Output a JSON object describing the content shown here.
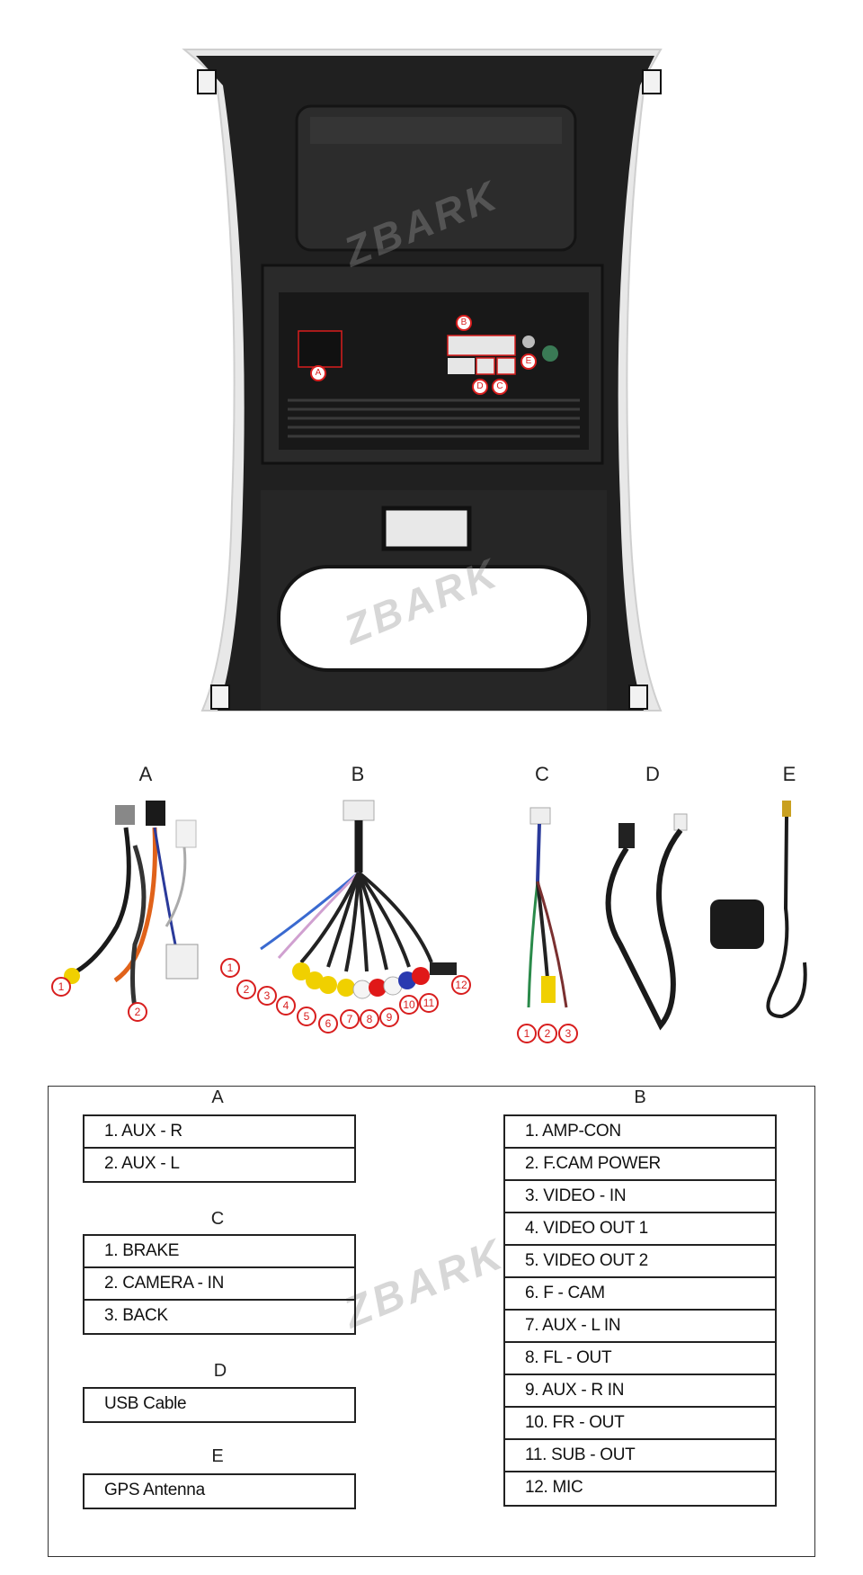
{
  "watermark": "ZBARK",
  "panel_labels": [
    "A",
    "B",
    "E",
    "D",
    "C"
  ],
  "cable_headers": [
    "A",
    "B",
    "C",
    "D",
    "E"
  ],
  "numbers": {
    "A": [
      "1",
      "2"
    ],
    "B": [
      "1",
      "2",
      "3",
      "4",
      "5",
      "6",
      "7",
      "8",
      "9",
      "10",
      "11",
      "12"
    ],
    "C": [
      "1",
      "2",
      "3"
    ]
  },
  "legend": {
    "A": {
      "title": "A",
      "rows": [
        "1. AUX - R",
        "2. AUX - L"
      ]
    },
    "C": {
      "title": "C",
      "rows": [
        "1. BRAKE",
        "2. CAMERA - IN",
        "3. BACK"
      ]
    },
    "D": {
      "title": "D",
      "rows": [
        "USB  Cable"
      ]
    },
    "E": {
      "title": "E",
      "rows": [
        "GPS Antenna"
      ]
    },
    "B": {
      "title": "B",
      "rows": [
        "1. AMP-CON",
        "2. F.CAM POWER",
        "3. VIDEO - IN",
        "4. VIDEO OUT 1",
        "5. VIDEO OUT 2",
        "6. F - CAM",
        "7. AUX - L IN",
        "8. FL - OUT",
        "9. AUX - R IN",
        "10. FR - OUT",
        "11. SUB - OUT",
        "12. MIC"
      ]
    }
  },
  "colors": {
    "accent_red": "#d81e1e",
    "panel_dark": "#1e1e1e",
    "frame_light": "#ececec"
  }
}
